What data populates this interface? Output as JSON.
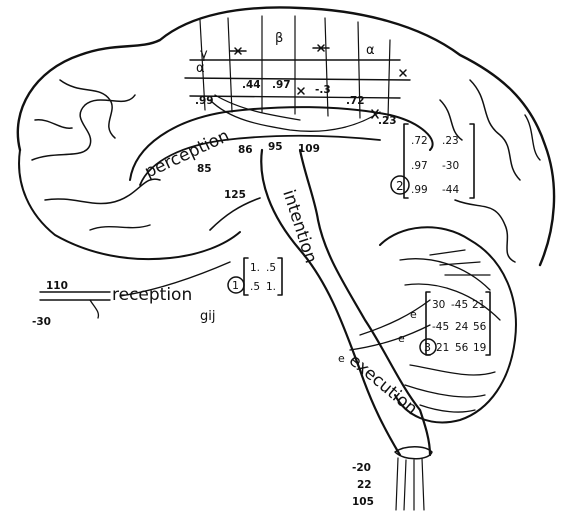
{
  "labels": {
    "perception": "perception",
    "intention": "intention",
    "reception": "reception",
    "execution": "execution",
    "gij": "gij"
  },
  "cortex_numbers": {
    "n99": ".99",
    "n44": ".44",
    "n97": ".97",
    "n3": "-.3",
    "n72": ".72",
    "n23": ".23"
  },
  "greek_letters": {
    "gamma": "γ",
    "alpha": "α",
    "beta": "β",
    "alpha2": "α"
  },
  "pathway_numbers": {
    "n86": "86",
    "n95": "95",
    "n109": "109",
    "n85": "85",
    "n125": "125",
    "n110": "110",
    "n30": "-30",
    "n20": "-20",
    "n22": "22",
    "n105": "105"
  },
  "matrix1": {
    "marker": "1",
    "rows": [
      [
        "1.",
        ".5"
      ],
      [
        ".5",
        "1."
      ]
    ]
  },
  "matrix2": {
    "marker": "2",
    "rows": [
      [
        ".72",
        ".23"
      ],
      [
        ".97",
        "-30"
      ],
      [
        ".99",
        "-44"
      ]
    ]
  },
  "matrix3": {
    "marker": "3",
    "rows": [
      [
        "30",
        "-45",
        "21"
      ],
      [
        "-45",
        "24",
        "56"
      ],
      [
        "21",
        "56",
        "19"
      ]
    ]
  },
  "cerebellum_labels": {
    "e1": "e",
    "e2": "e",
    "e3": "e"
  }
}
